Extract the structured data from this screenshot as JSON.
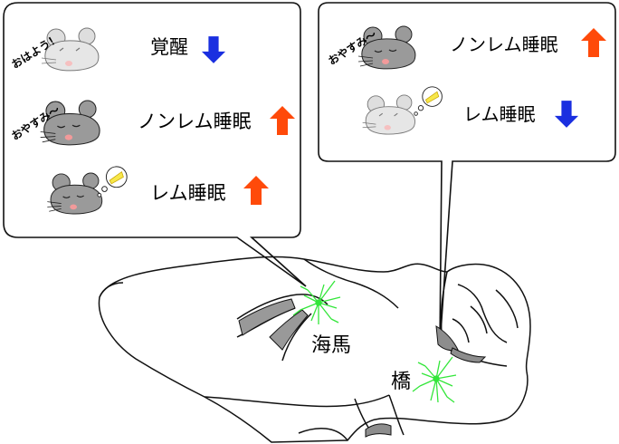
{
  "left_panel": {
    "rows": [
      {
        "mouse_caption": "おはよう！",
        "state": "覚醒",
        "direction": "down"
      },
      {
        "mouse_caption": "おやすみ～",
        "state": "ノンレム睡眠",
        "direction": "up"
      },
      {
        "mouse_caption": "",
        "state": "レム睡眠",
        "direction": "up"
      }
    ]
  },
  "right_panel": {
    "rows": [
      {
        "mouse_caption": "おやすみ～",
        "state": "ノンレム睡眠",
        "direction": "up"
      },
      {
        "mouse_caption": "",
        "state": "レム睡眠",
        "direction": "down"
      }
    ]
  },
  "regions": {
    "hippocampus": "海馬",
    "pons": "橋"
  },
  "colors": {
    "arrow_up": "#ff4a0a",
    "arrow_down": "#1a2fe0",
    "neuron": "#33e63a",
    "mouse_dark": "#9a9a9a",
    "mouse_light": "#dedede"
  }
}
